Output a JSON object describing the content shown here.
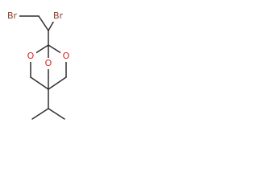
{
  "molecule": {
    "atom_labels": {
      "br_left": "Br",
      "br_right": "Br",
      "o_left": "O",
      "o_center": "O",
      "o_right": "O"
    },
    "colors": {
      "bond": "#2f2f2f",
      "bromine": "#8a3a28",
      "oxygen": "#e0201a",
      "background": "#ffffff"
    }
  }
}
